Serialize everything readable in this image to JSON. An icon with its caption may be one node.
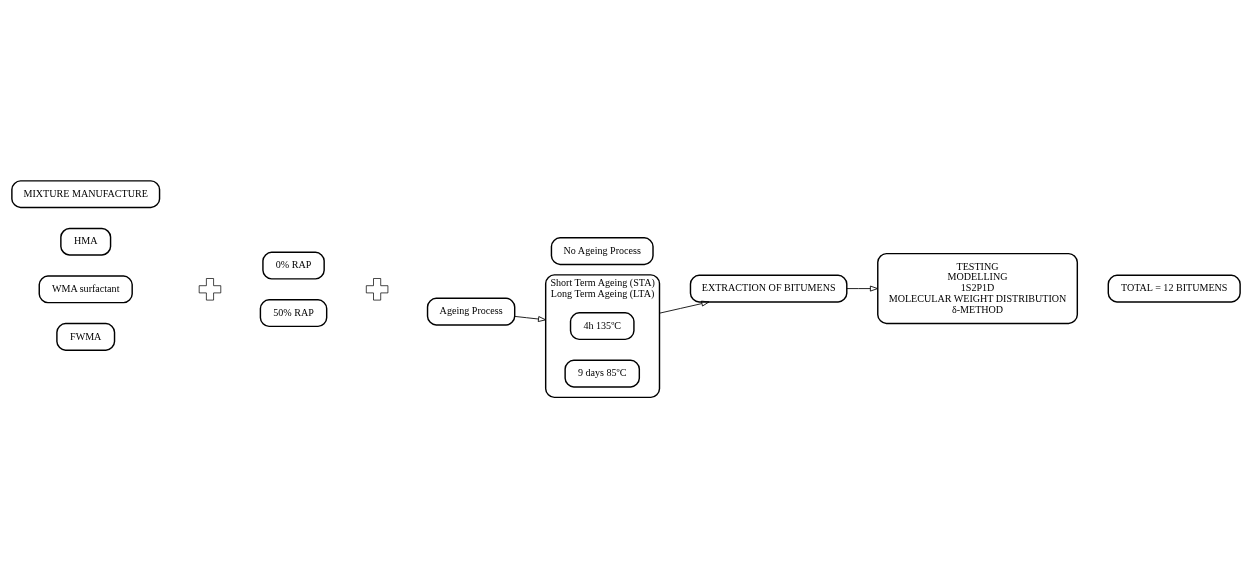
{
  "diagram": {
    "nodes": [
      {
        "text": [
          "MIXTURE MANUFACTURE"
        ]
      },
      {
        "text": [
          "HMA"
        ]
      },
      {
        "text": [
          "WMA surfactant"
        ]
      },
      {
        "text": [
          "FWMA"
        ]
      },
      {
        "text": [],
        "shape": "plus"
      },
      {
        "text": [
          "0% RAP"
        ]
      },
      {
        "text": [
          "50% RAP"
        ]
      },
      {
        "text": [],
        "shape": "plus"
      },
      {
        "text": [
          "No Ageing Process"
        ]
      },
      {
        "text": [
          "Ageing Process"
        ]
      },
      {
        "text": [
          "Short Term Ageing (STA)",
          "Long Term Ageing (LTA)"
        ]
      },
      {
        "text": [
          "4h 135ºC"
        ],
        "in": 10
      },
      {
        "text": [
          "9 days 85ºC"
        ],
        "in": 10
      },
      {
        "text": [
          "EXTRACTION OF BITUMENS"
        ]
      },
      {
        "text": [
          "TESTING",
          "MODELLING",
          "1S2P1D",
          "MOLECULAR WEIGHT DISTRIBUTION",
          "δ-METHOD"
        ]
      },
      {
        "text": [
          "TOTAL = 12 BITUMENS"
        ]
      }
    ],
    "edges": [
      {
        "from": 9,
        "to": 10,
        "arrow": "to"
      },
      {
        "from": 10,
        "to": 13,
        "arrow": "to"
      },
      {
        "from": 13,
        "to": 14,
        "arrow": "to"
      }
    ]
  }
}
